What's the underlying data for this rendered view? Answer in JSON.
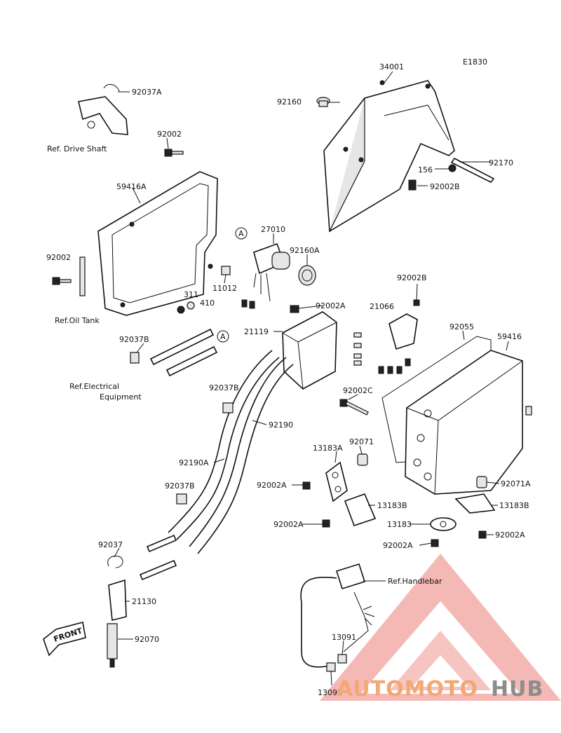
{
  "diagram_code": "E1830",
  "labels": {
    "p34001": "34001",
    "p92160": "92160",
    "p92170": "92170",
    "p156": "156",
    "p92002B_top": "92002B",
    "p92037A": "92037A",
    "ref_drive_shaft": "Ref. Drive Shaft",
    "p92002_top": "92002",
    "p59416A": "59416A",
    "p27010": "27010",
    "p92160A": "92160A",
    "p92002_left": "92002",
    "p11012": "11012",
    "p311": "311",
    "p410": "410",
    "ref_oil_tank": "Ref.Oil Tank",
    "p92002A_1": "92002A",
    "p92002B_mid": "92002B",
    "p21066": "21066",
    "p21119": "21119",
    "p92055": "92055",
    "p59416": "59416",
    "p92037B_1": "92037B",
    "ref_electrical": "Ref.Electrical",
    "equipment": "Equipment",
    "p92037B_2": "92037B",
    "p92002C": "92002C",
    "p92190": "92190",
    "p92071": "92071",
    "p13183A": "13183A",
    "p92190A": "92190A",
    "p92002A_2": "92002A",
    "p92037B_3": "92037B",
    "p92071A": "92071A",
    "p13183B_1": "13183B",
    "p13183B_2": "13183B",
    "p92002A_3": "92002A",
    "p13183": "13183",
    "p92037": "92037",
    "p92002A_4": "92002A",
    "p92002A_5": "92002A",
    "ref_handlebar": "Ref.Handlebar",
    "p21130": "21130",
    "front": "FRONT",
    "p92070": "92070",
    "p13091_a": "13091",
    "p13091_b": "13091",
    "callout_a": "A"
  },
  "watermark": {
    "word_a": "AUTOMOTO",
    "word_b": "HUB",
    "colors": {
      "triangle": "#e8645c",
      "auto": "#f3a774",
      "hub": "#8d8d8d"
    }
  }
}
